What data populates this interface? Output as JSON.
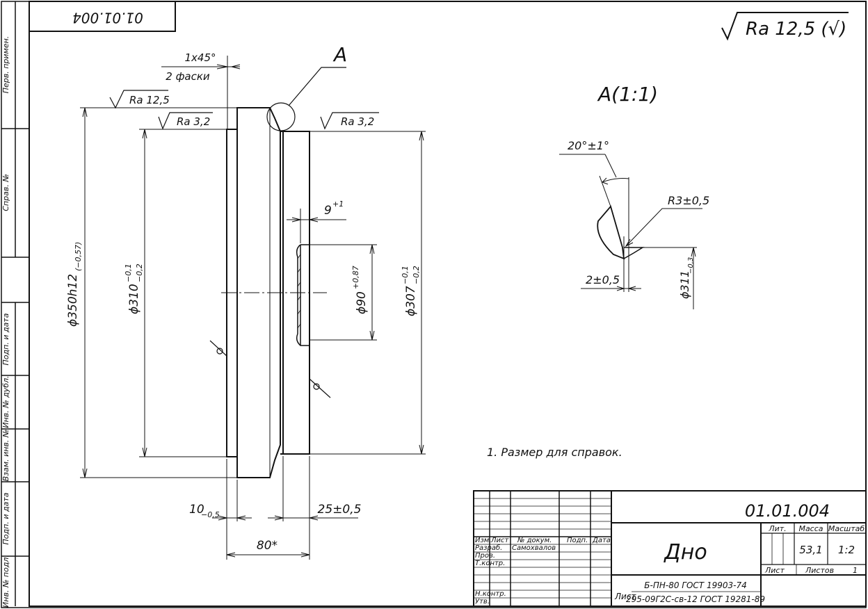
{
  "top_stamp": {
    "code_mirrored": "01.01.004"
  },
  "side_strip": {
    "first_use": "Перв. примен.",
    "ref_no": "Справ. №",
    "sign_date_1": "Подп. и дата",
    "dup_inv_no": "Инв. № дубл.",
    "repl_inv_no": "Взам. инв. №",
    "sign_date_2": "Подп. и дата",
    "orig_inv_no": "Инв. № подл."
  },
  "general_roughness": {
    "symbol": "√",
    "text": "Ra 12,5 (√)"
  },
  "callouts": {
    "view_letter": "A",
    "detail_title": "A(1:1)"
  },
  "dimensions": {
    "chamfer_line1": "1x45°",
    "chamfer_line2": "2 фаски",
    "ra_outer": "Ra 12,5",
    "ra_left": "Ra 3,2",
    "ra_right": "Ra 3,2",
    "d350_main": "ϕ350h12",
    "d350_tol": "(−0,57)",
    "d310_main": "ϕ310",
    "d310_upper": "−0,1",
    "d310_lower": "−0,2",
    "d307_main": "ϕ307",
    "d307_upper": "−0,1",
    "d307_lower": "−0,2",
    "d90_main": "ϕ90",
    "d90_tol": "+0,87",
    "nine_main": "9",
    "nine_tol": "+1",
    "ten_main": "10",
    "ten_tol": "−0,5",
    "twentyfive": "25±0,5",
    "eighty": "80*",
    "angle": "20°±1°",
    "radius": "R3±0,5",
    "two": "2±0,5",
    "d311_main": "ϕ311",
    "d311_tol": "−0,3"
  },
  "notes": [
    "1. Размер для справок."
  ],
  "title_block": {
    "designation": "01.01.004",
    "name": "Дно",
    "col_izm": "Изм.",
    "col_list": "Лист",
    "col_docnum": "№ докум.",
    "col_sign": "Подп.",
    "col_date": "Дата",
    "row_razrab": "Разраб.",
    "razrab_name": "Самохвалов",
    "row_prov": "Пров.",
    "row_tkontr": "Т.контр.",
    "row_nkontr": "Н.контр.",
    "row_utv": "Утв.",
    "lit_label": "Лит.",
    "mass_label": "Масса",
    "scale_label": "Масштаб",
    "mass_value": "53,1",
    "scale_value": "1:2",
    "sheet_label": "Лист",
    "sheets_label": "Листов",
    "sheets_value": "1",
    "material_prefix": "Лист",
    "material_top": "Б-ПН-80 ГОСТ 19903-74",
    "material_bottom": "295-09Г2С-св-12 ГОСТ 19281-89"
  }
}
